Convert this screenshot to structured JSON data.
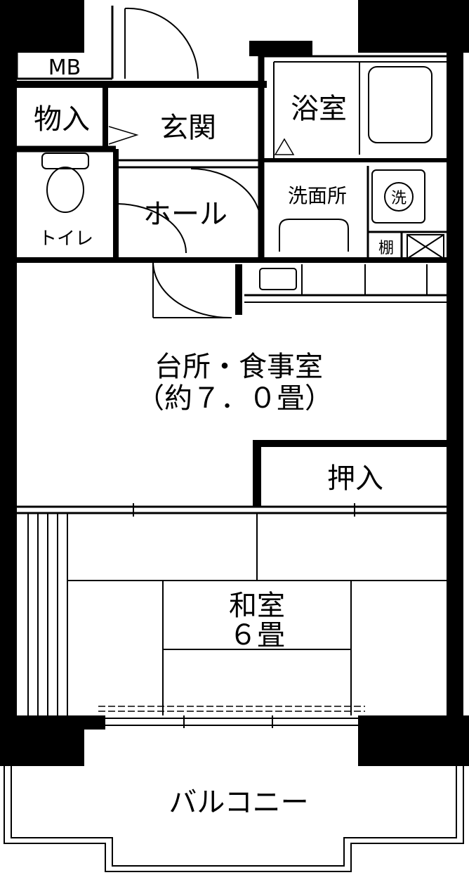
{
  "rooms": {
    "mb": "MB",
    "storage": "物入",
    "entrance": "玄関",
    "bath": "浴室",
    "toilet": "トイレ",
    "hall": "ホール",
    "washroom": "洗面所",
    "washer": "洗",
    "shelf": "棚",
    "kitchen_name": "台所・食事室",
    "kitchen_size": "（約７．０畳）",
    "closet": "押入",
    "japanese_name": "和室",
    "japanese_size": "６畳",
    "balcony": "バルコニー"
  }
}
